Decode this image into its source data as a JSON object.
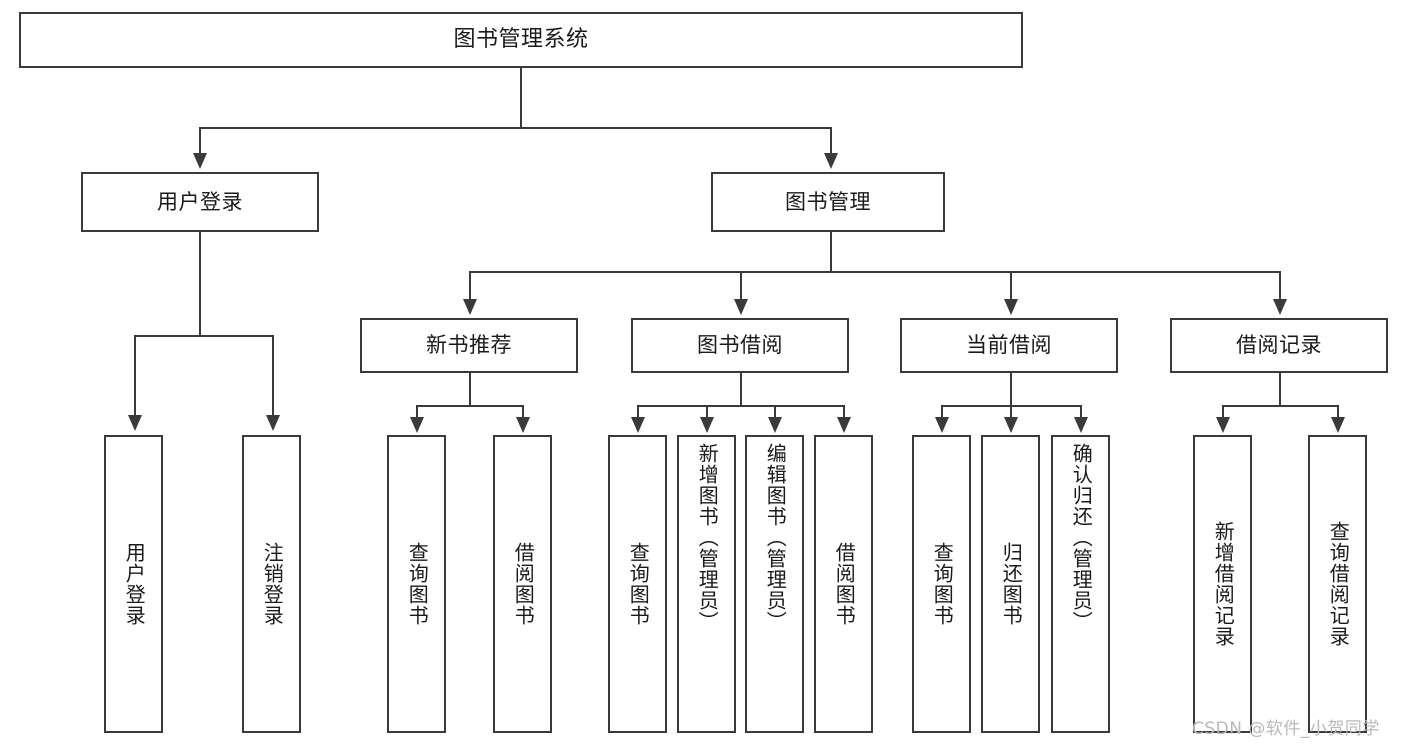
{
  "diagram": {
    "type": "tree-hierarchy-chart",
    "title": "图书管理系统",
    "colors": {
      "stroke": "#3a3a3a",
      "fill": "#ffffff",
      "text": "#1a1a1a",
      "watermark": "#b9b9b9"
    },
    "root": {
      "label": "图书管理系统"
    },
    "level1": [
      {
        "key": "user_login",
        "label": "用户登录"
      },
      {
        "key": "book_manage",
        "label": "图书管理"
      }
    ],
    "level2": [
      {
        "key": "new_book_rec",
        "label": "新书推荐"
      },
      {
        "key": "book_borrow",
        "label": "图书借阅"
      },
      {
        "key": "current_borrow",
        "label": "当前借阅"
      },
      {
        "key": "borrow_record",
        "label": "借阅记录"
      }
    ],
    "leaves": {
      "user_login": [
        {
          "label": "用户登录"
        },
        {
          "label": "注销登录"
        }
      ],
      "new_book_rec": [
        {
          "label": "查询图书"
        },
        {
          "label": "借阅图书"
        }
      ],
      "book_borrow": [
        {
          "label": "查询图书"
        },
        {
          "label": "新增图书（管理员）"
        },
        {
          "label": "编辑图书（管理员）"
        },
        {
          "label": "借阅图书"
        }
      ],
      "current_borrow": [
        {
          "label": "查询图书"
        },
        {
          "label": "归还图书"
        },
        {
          "label": "确认归还（管理员）"
        }
      ],
      "borrow_record": [
        {
          "label": "新增借阅记录"
        },
        {
          "label": "查询借阅记录"
        }
      ]
    },
    "watermark": {
      "text": "CSDN @软件_小贺同学"
    }
  }
}
